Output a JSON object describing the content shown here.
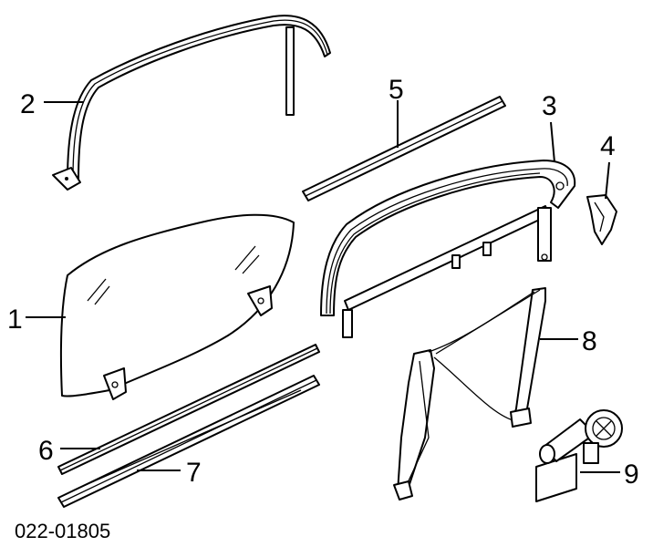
{
  "callouts": {
    "c1": "1",
    "c2": "2",
    "c3": "3",
    "c4": "4",
    "c5": "5",
    "c6": "6",
    "c7": "7",
    "c8": "8",
    "c9": "9"
  },
  "reference": "022-01805"
}
